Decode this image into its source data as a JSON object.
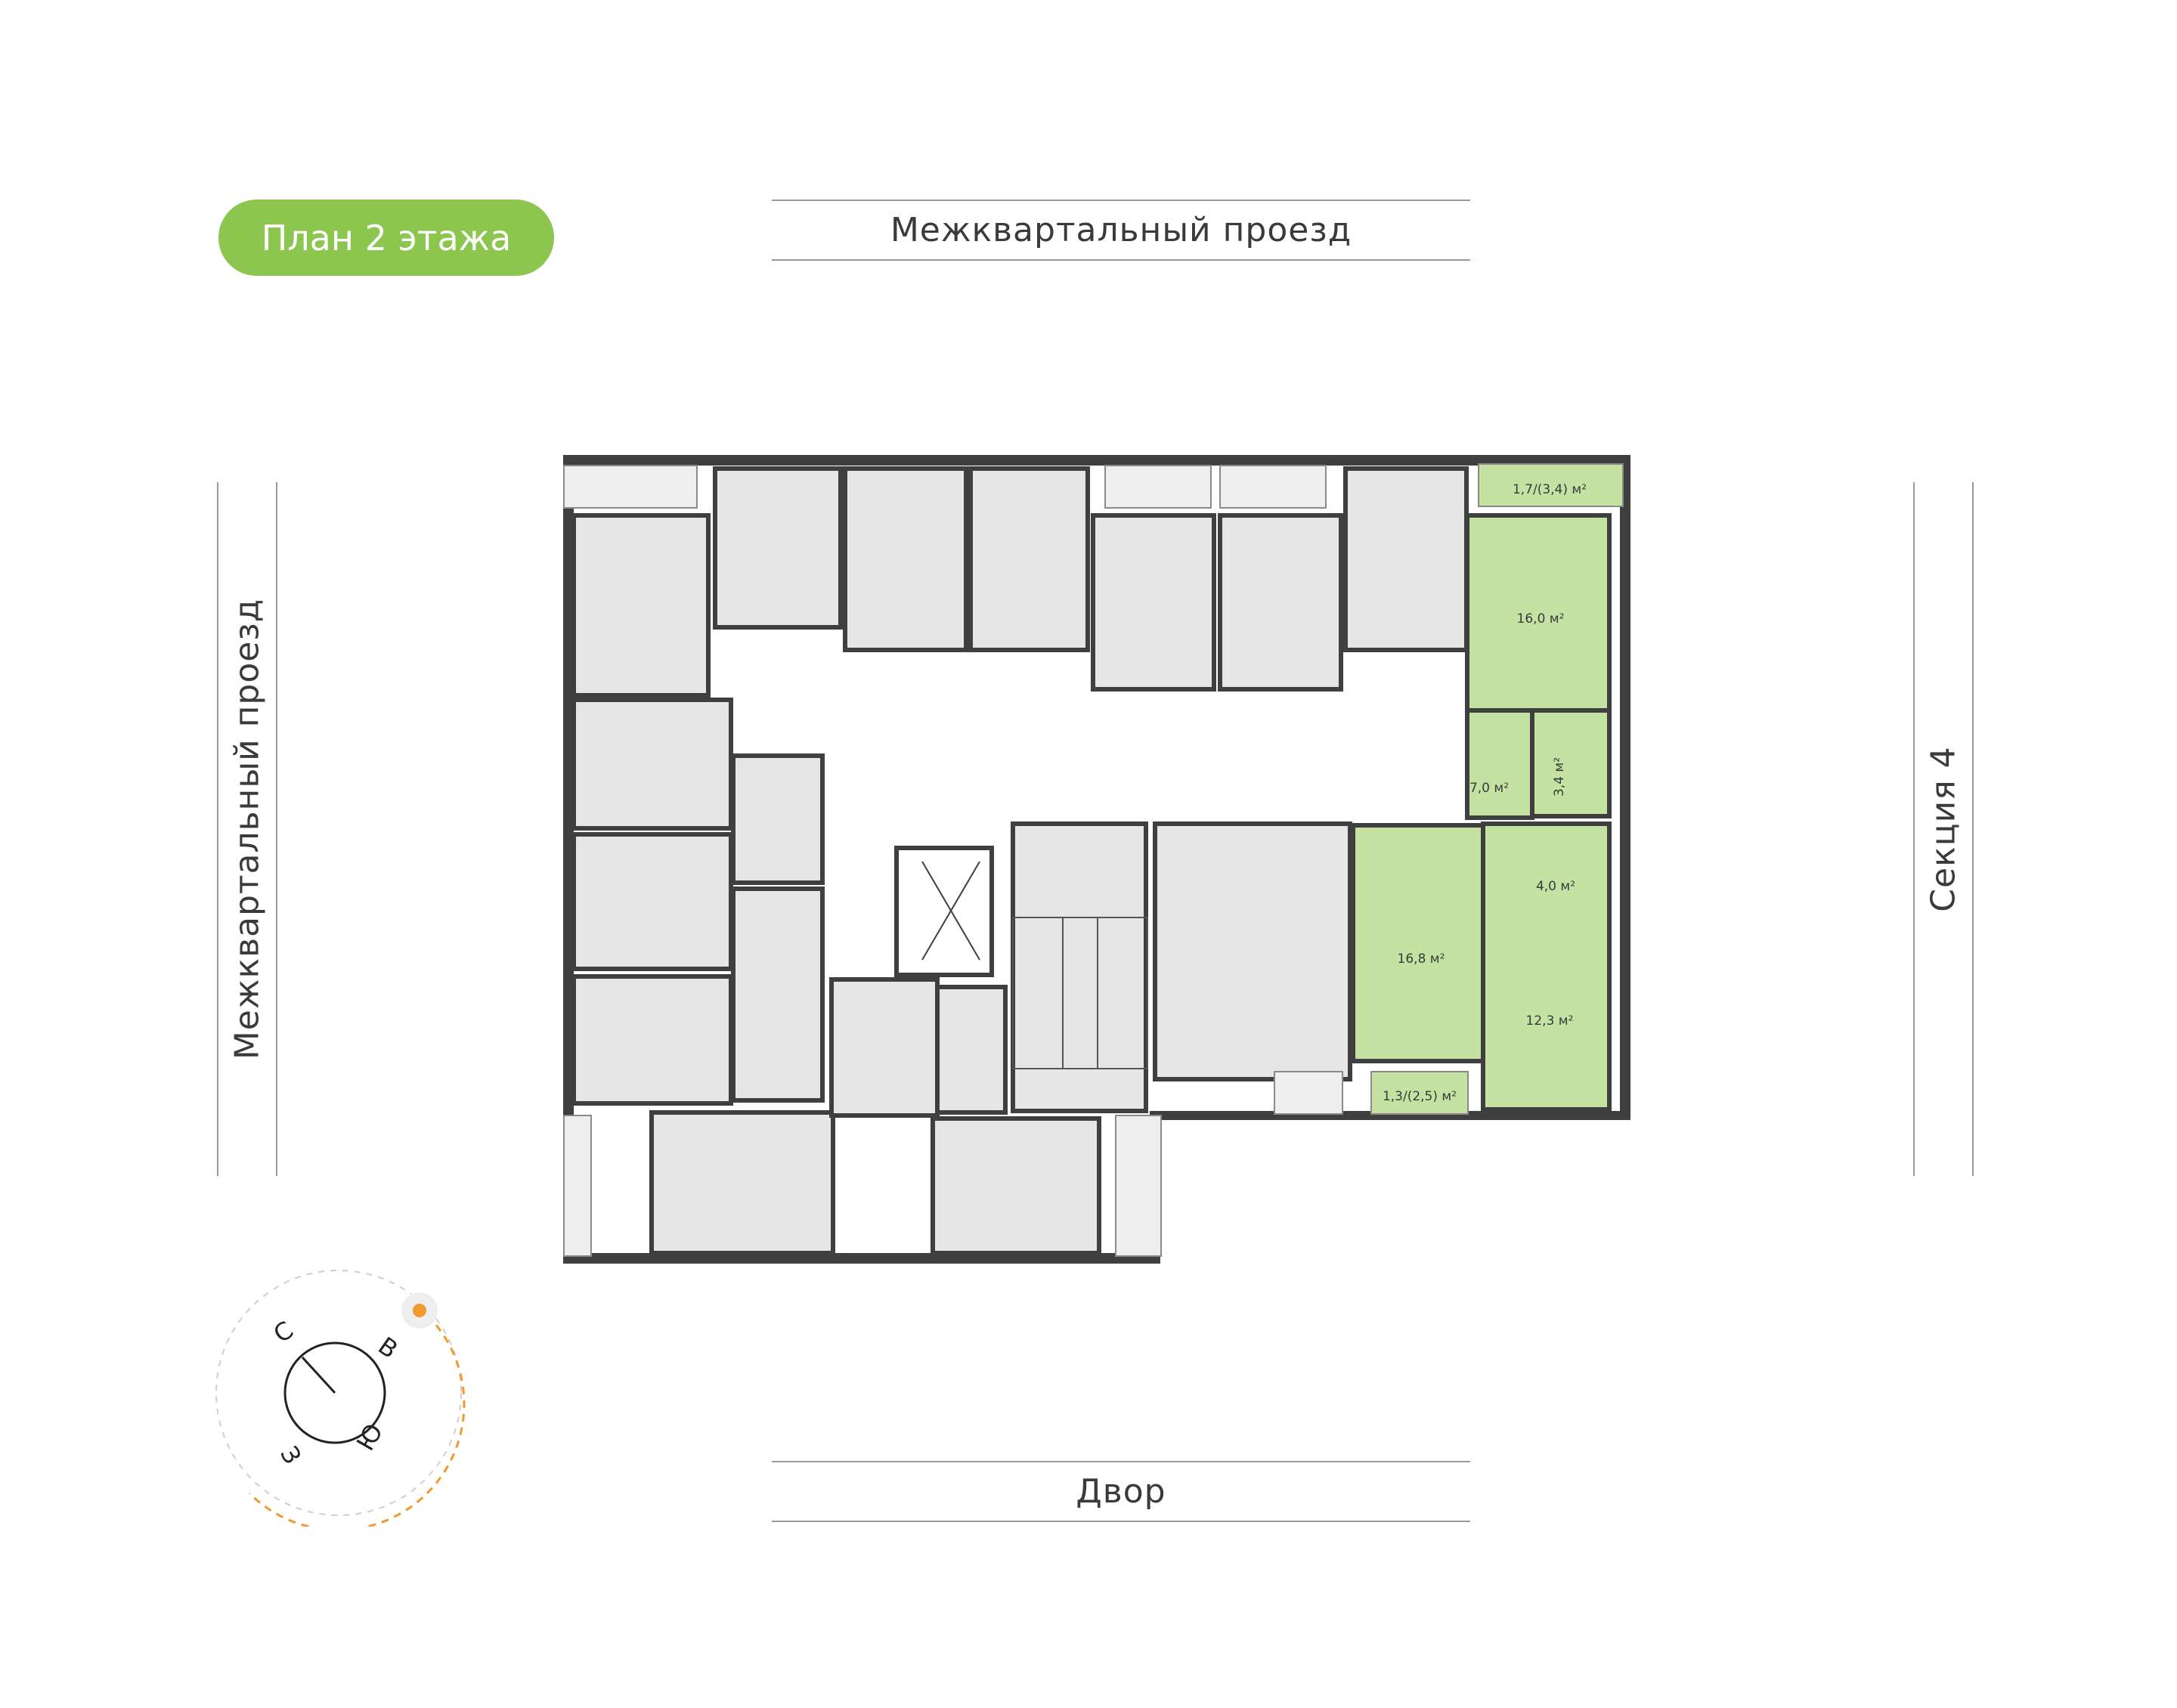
{
  "badge": {
    "label": "План 2 этажа",
    "color": "#8cc64f"
  },
  "roads": {
    "top": "Межквартальный проезд",
    "left": "Межквартальный проезд",
    "bottom": "Двор",
    "right": "Секция 4"
  },
  "apartment": {
    "highlight_color": "#c4e3a3",
    "rooms": {
      "balcony_top": "1,7/(3,4) м²",
      "room_16_0": "16,0 м²",
      "hall_7_0": "7,0 м²",
      "bath_3_4": "3,4 м²",
      "bath_4_0": "4,0 м²",
      "kitchen_16_8": "16,8 м²",
      "room_12_3": "12,3 м²",
      "balcony_bottom": "1,3/(2,5) м²"
    }
  },
  "compass": {
    "north": "С",
    "east": "В",
    "south": "Ю",
    "west": "З",
    "sun_color": "#f29a2e",
    "path_icon": "sun-icon"
  }
}
